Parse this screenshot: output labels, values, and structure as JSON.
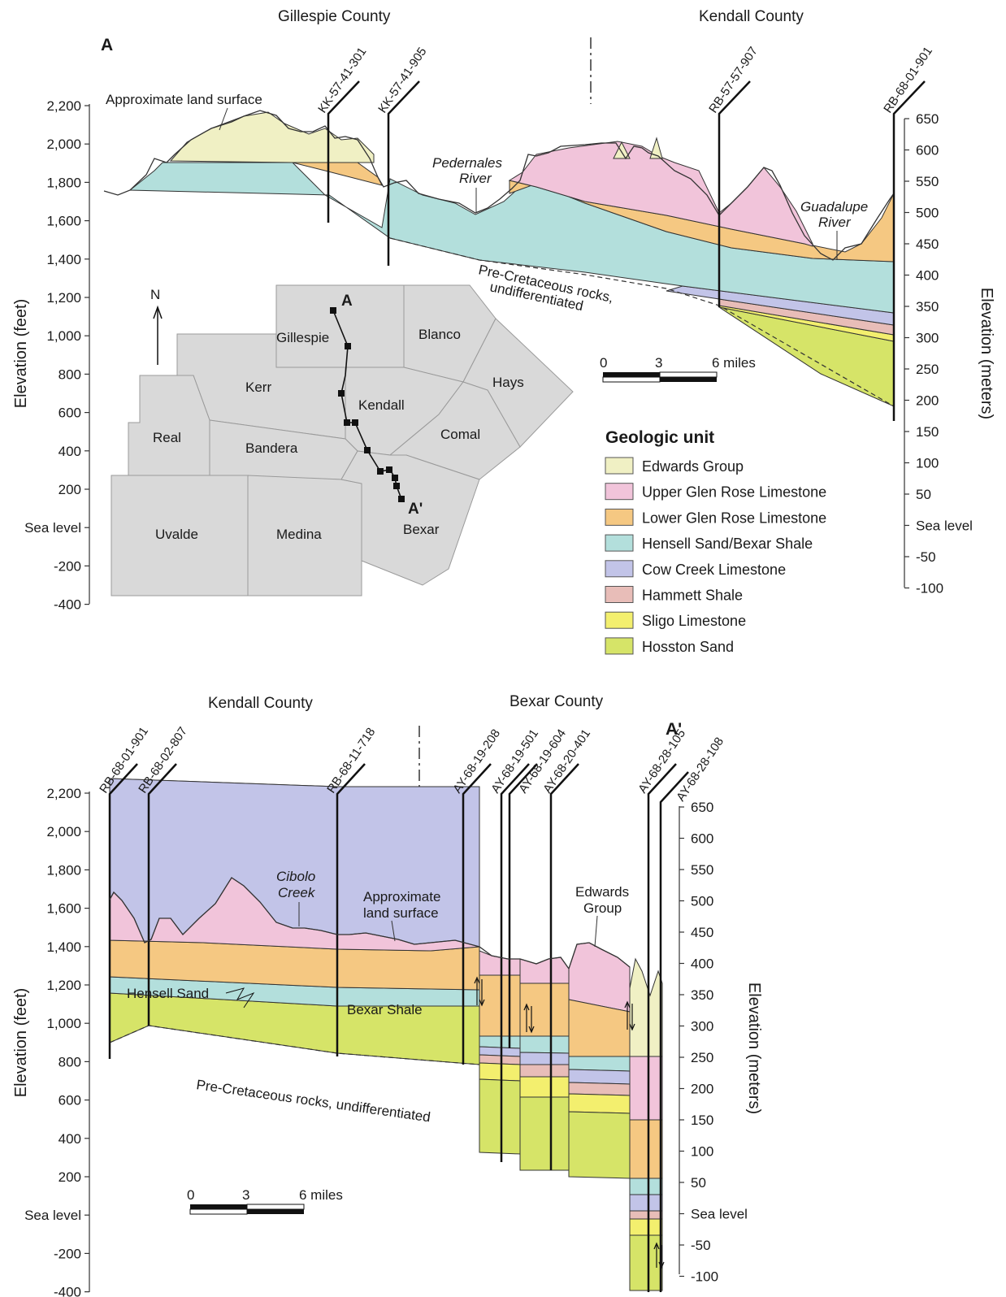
{
  "top_section": {
    "label": "A",
    "counties": [
      "Gillespie County",
      "Kendall County"
    ],
    "wells": [
      "KK-57-41-301",
      "KK-57-41-905",
      "RB-57-57-907",
      "RB-68-01-901"
    ],
    "annotations": {
      "land_surface": "Approximate land surface",
      "pedernales_1": "Pedernales",
      "pedernales_2": "River",
      "guadalupe_1": "Guadalupe",
      "guadalupe_2": "River",
      "precret_1": "Pre-Cretaceous rocks,",
      "precret_2": "undifferentiated"
    }
  },
  "bottom_section": {
    "label": "A'",
    "counties": [
      "Kendall County",
      "Bexar County"
    ],
    "wells": [
      "RB-68-01-901",
      "RB-68-02-807",
      "RB-68-11-718",
      "AY-68-19-208",
      "AY-68-19-501",
      "AY-68-19-604",
      "AY-68-20-401",
      "AY-68-28-105",
      "AY-68-28-108"
    ],
    "annotations": {
      "cibolo_1": "Cibolo",
      "cibolo_2": "Creek",
      "land_1": "Approximate",
      "land_2": "land surface",
      "edwards_1": "Edwards",
      "edwards_2": "Group",
      "hensell": "Hensell Sand",
      "bexar": "Bexar Shale",
      "precret": "Pre-Cretaceous rocks, undifferentiated"
    }
  },
  "axes": {
    "left_title": "Elevation (feet)",
    "right_title": "Elevation (meters)",
    "feet_ticks": [
      "2,200",
      "2,000",
      "1,800",
      "1,600",
      "1,400",
      "1,200",
      "1,000",
      "800",
      "600",
      "400",
      "200",
      "Sea level",
      "-200",
      "-400"
    ],
    "meter_ticks": [
      "650",
      "600",
      "550",
      "500",
      "450",
      "400",
      "350",
      "300",
      "250",
      "200",
      "150",
      "100",
      "50",
      "Sea level",
      "-50",
      "-100"
    ]
  },
  "scale_bar": {
    "labels": [
      "0",
      "3",
      "6 miles"
    ]
  },
  "inset_map": {
    "north": "N",
    "start_label": "A",
    "end_label": "A'",
    "counties": [
      "Gillespie",
      "Blanco",
      "Kerr",
      "Kendall",
      "Hays",
      "Real",
      "Bandera",
      "Comal",
      "Uvalde",
      "Medina",
      "Bexar"
    ]
  },
  "legend": {
    "title": "Geologic unit",
    "items": [
      {
        "label": "Edwards Group",
        "color": "#f0f0c4"
      },
      {
        "label": "Upper Glen Rose Limestone",
        "color": "#f1c4da"
      },
      {
        "label": "Lower Glen Rose Limestone",
        "color": "#f5c882"
      },
      {
        "label": "Hensell Sand/Bexar Shale",
        "color": "#b3dfdc"
      },
      {
        "label": "Cow Creek Limestone",
        "color": "#c2c4e8"
      },
      {
        "label": "Hammett Shale",
        "color": "#e8bdb8"
      },
      {
        "label": "Sligo Limestone",
        "color": "#f3ef6e"
      },
      {
        "label": "Hosston Sand",
        "color": "#d6e468"
      }
    ]
  }
}
